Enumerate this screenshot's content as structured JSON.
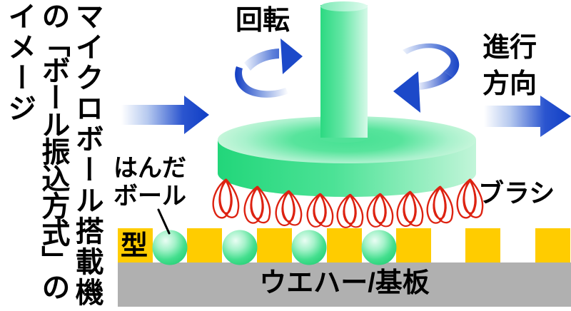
{
  "title": {
    "line1": "マイクロボール搭載機",
    "line2": "の「ボール振込方式」の",
    "line3": "イメージ"
  },
  "labels": {
    "rotation": "回転",
    "travel_line1": "進行",
    "travel_line2": "方向",
    "solder_line1": "はんだ",
    "solder_line2": "ボール",
    "brush": "ブラシ",
    "mold": "型",
    "wafer": "ウエハー/基板"
  },
  "colors": {
    "arrow_blue": "#1540c4",
    "machine_green": "#2bd981",
    "bristle_red": "#dd2211",
    "pad_yellow": "#ffcc00",
    "wafer_gray": "#b0b0b0",
    "text_black": "#000000"
  }
}
